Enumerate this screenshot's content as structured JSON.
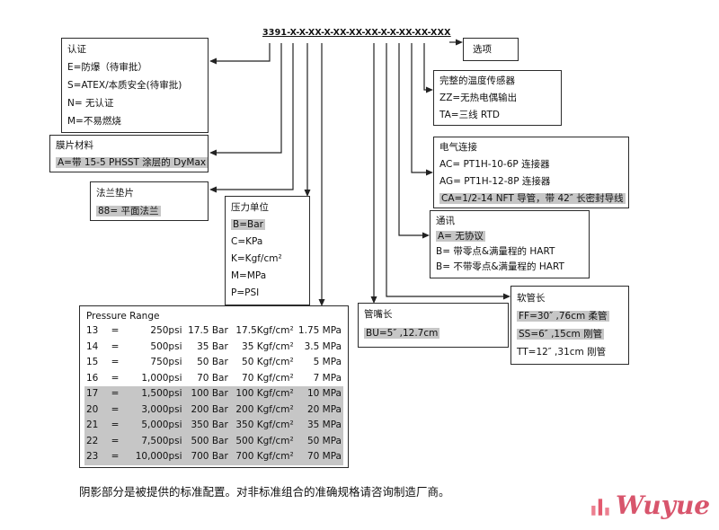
{
  "model_number": "3391-X-X-XX-X-XX-XX-XX-X-X-XX-XX-XXX",
  "options_box": {
    "title": "选项"
  },
  "cert_box": {
    "title": "认证",
    "items": [
      {
        "text": "E=防爆（待审批）",
        "shaded": false
      },
      {
        "text": "S=ATEX/本质安全(待审批)",
        "shaded": false
      },
      {
        "text": "N= 无认证",
        "shaded": false
      },
      {
        "text": "M=不易燃烧",
        "shaded": false
      }
    ]
  },
  "diaphragm_box": {
    "title": "膜片材料",
    "items": [
      {
        "text": "A=带 15-5 PHSST 涂层的 DyMax",
        "shaded": true
      }
    ]
  },
  "gasket_box": {
    "title": "法兰垫片",
    "items": [
      {
        "text": "88= 平面法兰",
        "shaded": true
      }
    ]
  },
  "unit_box": {
    "title": "压力单位",
    "items": [
      {
        "text": "B=Bar",
        "shaded": true
      },
      {
        "text": "C=KPa",
        "shaded": false
      },
      {
        "text": "K=Kgf/cm²",
        "shaded": false
      },
      {
        "text": "M=MPa",
        "shaded": false
      },
      {
        "text": "P=PSI",
        "shaded": false
      }
    ]
  },
  "temp_box": {
    "title": "完整的温度传感器",
    "items": [
      {
        "text": "ZZ=无热电偶输出",
        "shaded": false
      },
      {
        "text": "TA=三线 RTD",
        "shaded": false
      }
    ]
  },
  "elec_box": {
    "title": "电气连接",
    "items": [
      {
        "text": "AC= PT1H-10-6P 连接器",
        "shaded": false
      },
      {
        "text": "AG= PT1H-12-8P 连接器",
        "shaded": false
      },
      {
        "text": "CA=1/2-14 NFT 导管，带 42″ 长密封导线",
        "shaded": true
      }
    ]
  },
  "comm_box": {
    "title": "通讯",
    "items": [
      {
        "text": "A= 无协议",
        "shaded": true
      },
      {
        "text": "B= 带零点&满量程的 HART",
        "shaded": false
      },
      {
        "text": "B= 不带零点&满量程的 HART",
        "shaded": false
      }
    ]
  },
  "hose_box": {
    "title": "软管长",
    "items": [
      {
        "text": "FF=30″ ,76cm 柔管",
        "shaded": true
      },
      {
        "text": "SS=6″ ,15cm 刚管",
        "shaded": true
      },
      {
        "text": "TT=12″ ,31cm 刚管",
        "shaded": false
      }
    ]
  },
  "nozzle_box": {
    "title": "管嘴长",
    "items": [
      {
        "text": "BU=5″ ,12.7cm",
        "shaded": true
      }
    ]
  },
  "pressure_table": {
    "title": "Pressure Range",
    "eq": "=",
    "rows": [
      {
        "code": "13",
        "psi": "250psi",
        "bar": "17.5 Bar",
        "kgf": "17.5Kgf/cm²",
        "mpa": "1.75 MPa",
        "shaded": false
      },
      {
        "code": "14",
        "psi": "500psi",
        "bar": "35 Bar",
        "kgf": "35 Kgf/cm²",
        "mpa": "3.5 MPa",
        "shaded": false
      },
      {
        "code": "15",
        "psi": "750psi",
        "bar": "50 Bar",
        "kgf": "50 Kgf/cm²",
        "mpa": "5 MPa",
        "shaded": false
      },
      {
        "code": "16",
        "psi": "1,000psi",
        "bar": "70 Bar",
        "kgf": "70 Kgf/cm²",
        "mpa": "7 MPa",
        "shaded": false
      },
      {
        "code": "17",
        "psi": "1,500psi",
        "bar": "100 Bar",
        "kgf": "100 Kgf/cm²",
        "mpa": "10 MPa",
        "shaded": true
      },
      {
        "code": "20",
        "psi": "3,000psi",
        "bar": "200 Bar",
        "kgf": "200 Kgf/cm²",
        "mpa": "20 MPa",
        "shaded": true
      },
      {
        "code": "21",
        "psi": "5,000psi",
        "bar": "350 Bar",
        "kgf": "350 Kgf/cm²",
        "mpa": "35 MPa",
        "shaded": true
      },
      {
        "code": "22",
        "psi": "7,500psi",
        "bar": "500 Bar",
        "kgf": "500 Kgf/cm²",
        "mpa": "50 MPa",
        "shaded": true
      },
      {
        "code": "23",
        "psi": "10,000psi",
        "bar": "700 Bar",
        "kgf": "700 Kgf/cm²",
        "mpa": "70 MPa",
        "shaded": true
      }
    ]
  },
  "footer_note": "阴影部分是被提供的标准配置。对非标准组合的准确规格请咨询制造厂商。",
  "logo_text": "Wuyue"
}
